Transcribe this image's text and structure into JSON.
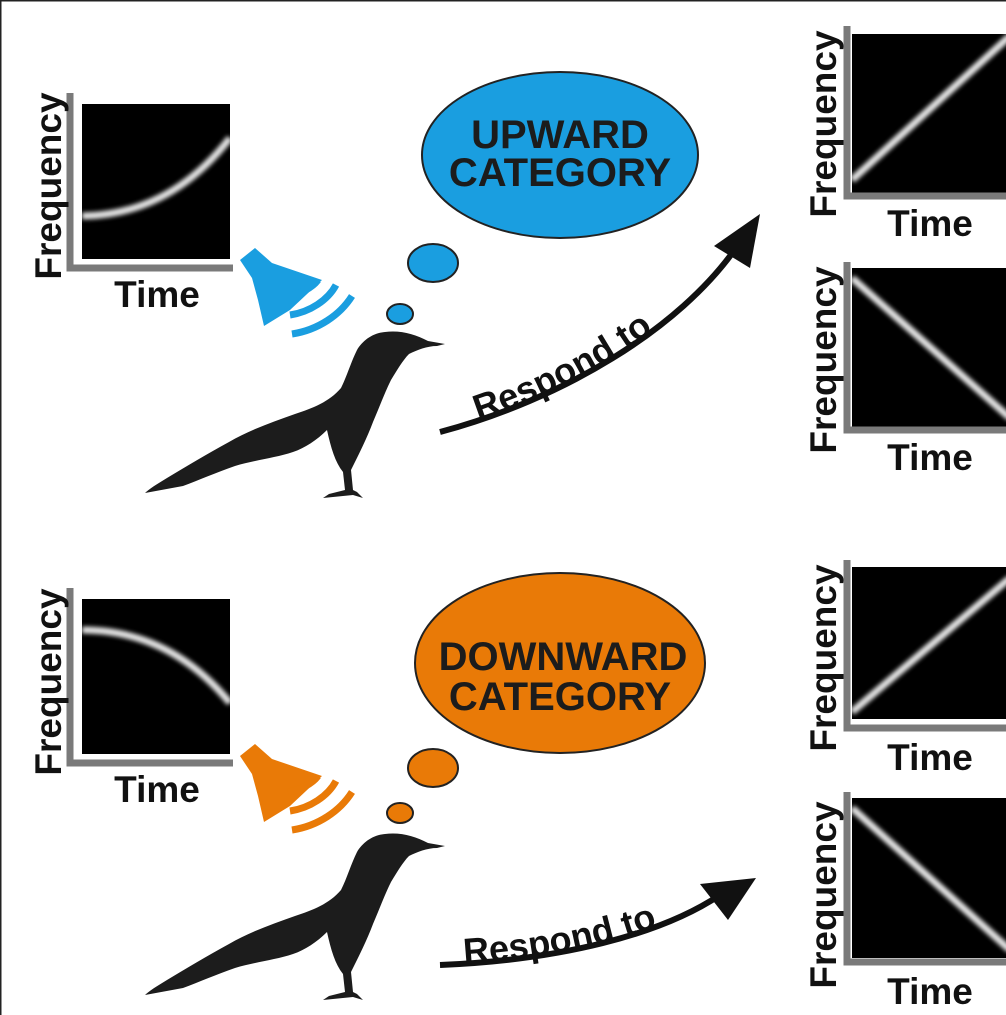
{
  "axis_labels": {
    "y": "Frequency",
    "x": "Time"
  },
  "colors": {
    "upward": "#1a9ee0",
    "downward": "#e97a07",
    "silhouette": "#1c1c1c",
    "spectrogram_bg": "#000000"
  },
  "icons": [
    "speaker-icon",
    "sound-wave-icon",
    "crow-silhouette",
    "thought-bubble",
    "curved-arrow"
  ],
  "panels": [
    {
      "id": "upward",
      "category_line1": "UPWARD",
      "category_line2": "CATEGORY",
      "arrow_label": "Respond to",
      "stimulus_contour": "upward-sweep",
      "test_stimuli": [
        "rising",
        "falling"
      ]
    },
    {
      "id": "downward",
      "category_line1": "DOWNWARD",
      "category_line2": "CATEGORY",
      "arrow_label": "Respond to",
      "stimulus_contour": "downward-sweep",
      "test_stimuli": [
        "rising",
        "falling"
      ]
    }
  ]
}
